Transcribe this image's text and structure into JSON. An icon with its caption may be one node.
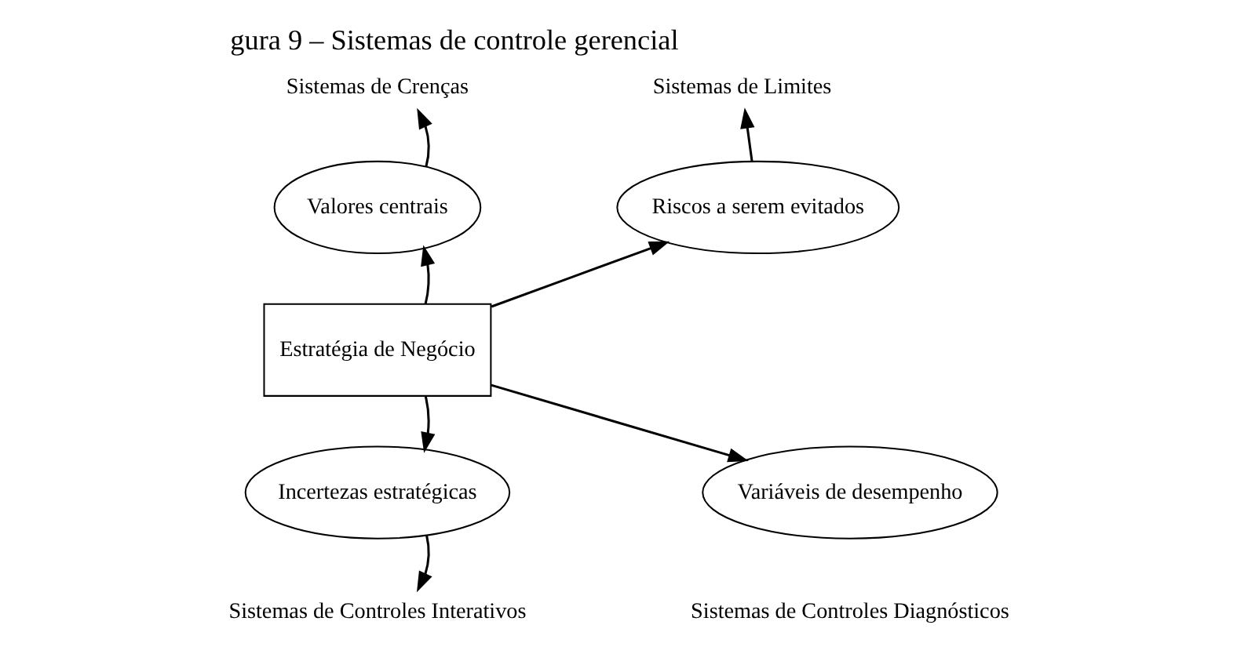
{
  "diagram": {
    "title": "gura 9 – Sistemas de controle gerencial",
    "nodes": [
      {
        "text": [
          "Estratégia de Negócio"
        ]
      },
      {
        "text": [
          "Valores centrais"
        ]
      },
      {
        "text": [
          "Riscos a serem evitados"
        ]
      },
      {
        "text": [
          "Incertezas estratégicas"
        ]
      },
      {
        "text": [
          "Variáveis de desempenho"
        ],
        "beside": [
          "Sistemas de Controles Diagnósticos"
        ]
      },
      {
        "text": [
          "Sistemas de Crenças"
        ]
      },
      {
        "text": [
          "Sistemas de Limites"
        ]
      },
      {
        "text": [
          "Sistemas de Controles Interativos"
        ]
      }
    ],
    "edges": [
      {
        "from": 0,
        "to": 1,
        "arrow": "to"
      },
      {
        "from": 0,
        "to": 2,
        "arrow": "to"
      },
      {
        "from": 0,
        "to": 3,
        "arrow": "to"
      },
      {
        "from": 0,
        "to": 4,
        "arrow": "to"
      },
      {
        "from": 1,
        "to": 5,
        "arrow": "to"
      },
      {
        "from": 2,
        "to": 6,
        "arrow": "to"
      },
      {
        "from": 3,
        "to": 7,
        "arrow": "to"
      }
    ]
  }
}
